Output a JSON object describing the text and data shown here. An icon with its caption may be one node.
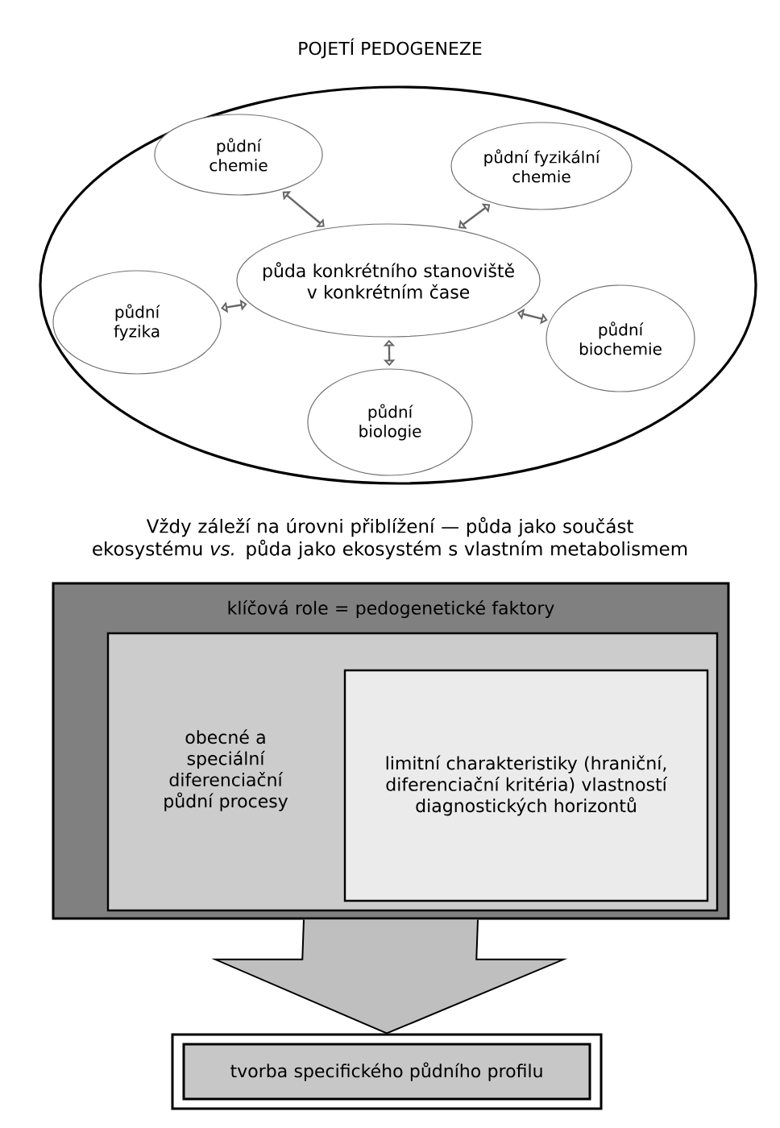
{
  "diagram": {
    "title": "POJETÍ PEDOGENEZE",
    "nodes": [
      {
        "text": [],
        "shape": "ellipse"
      },
      {
        "text": [
          "půdní chemie"
        ],
        "in": 0
      },
      {
        "text": [
          "půdní fyzikální chemie"
        ],
        "in": 0
      },
      {
        "text": [
          "půda konkrétního stanoviště v konkrétním čase"
        ],
        "in": 0
      },
      {
        "text": [
          "půdní fyzika"
        ],
        "in": 0
      },
      {
        "text": [
          "půdní biochemie"
        ],
        "in": 0
      },
      {
        "text": [
          "půdní biologie"
        ],
        "in": 0
      },
      {
        "text": [
          "klíčová role = pedogenetické faktory"
        ]
      },
      {
        "text": [
          "obecné a speciální diferenciační půdní procesy"
        ],
        "in": 7
      },
      {
        "text": [
          "limitní charakteristiky (hraniční, diferenciační kritéria) vlastností diagnostických horizontů"
        ],
        "in": 8
      },
      {
        "text": [
          "tvorba specifického půdního profilu"
        ]
      }
    ],
    "edges": [
      {
        "from": 3,
        "to": 1,
        "arrow": "both"
      },
      {
        "from": 3,
        "to": 2,
        "arrow": "both"
      },
      {
        "from": 3,
        "to": 4,
        "arrow": "both"
      },
      {
        "from": 3,
        "to": 5,
        "arrow": "both"
      },
      {
        "from": 3,
        "to": 6,
        "arrow": "both"
      },
      {
        "from": 7,
        "to": 10,
        "arrow": "to",
        "style": "thick"
      }
    ],
    "labels": [
      "Vždy záleží na úrovni přiblížení — půda jako součást ekosystému *vs.* půda jako ekosystém s vlastním metabolismem"
    ]
  }
}
